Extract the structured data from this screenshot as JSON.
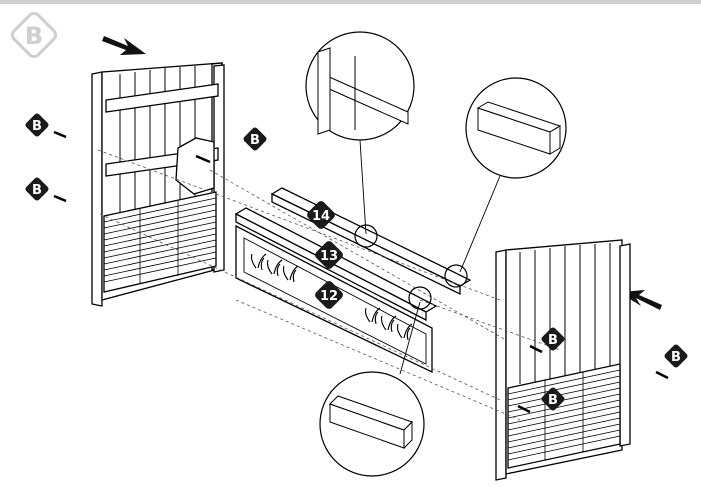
{
  "step": {
    "label": "B",
    "icon": "diamond-step-icon"
  },
  "part_labels": {
    "p12": "12",
    "p13": "13",
    "p14": "14"
  },
  "fastener_labels": [
    "B",
    "B",
    "B",
    "B",
    "B",
    "B"
  ],
  "colors": {
    "line": "#000000",
    "badge": "#1a1a1a",
    "step_outline": "#cfcfcf",
    "panel": "#ffffff"
  }
}
